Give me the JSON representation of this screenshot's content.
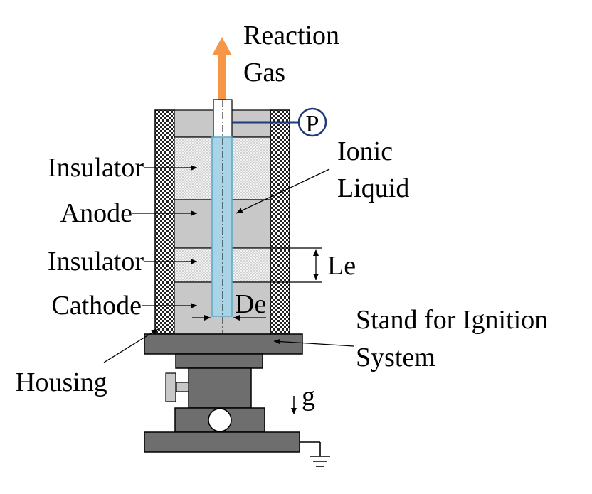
{
  "labels": {
    "reaction_gas_line1": "Reaction",
    "reaction_gas_line2": "Gas",
    "pressure": "P",
    "ionic_liquid_line1": "Ionic",
    "ionic_liquid_line2": "Liquid",
    "insulator_top": "Insulator",
    "anode": "Anode",
    "insulator_mid": "Insulator",
    "cathode": "Cathode",
    "le": "Le",
    "de": "De",
    "stand_line1": "Stand for Ignition",
    "stand_line2": "System",
    "housing": "Housing",
    "gravity": "g"
  },
  "colors": {
    "gas_arrow": "#f79646",
    "liquid": "#a8d4e6",
    "liquid_edge": "#5aa9c9",
    "pressure_line": "#1f3a7a",
    "electrode_gray": "#c8c8c8",
    "stand_gray": "#6e6e6e",
    "stand_edge": "#000000"
  }
}
